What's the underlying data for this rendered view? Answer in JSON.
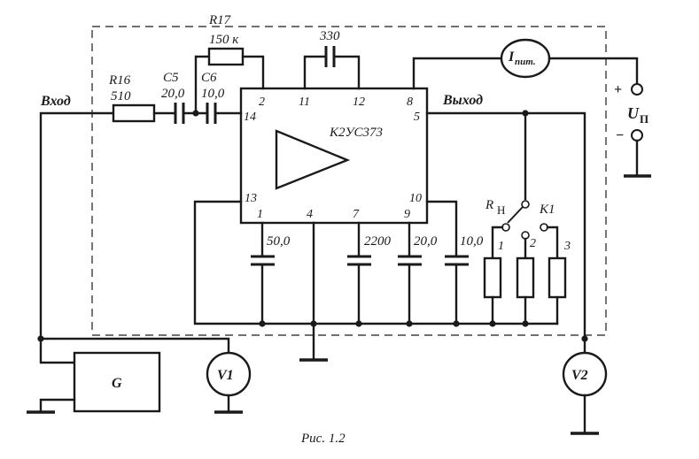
{
  "labels": {
    "input": "Вход",
    "output": "Выход",
    "ic_name": "К2УС373",
    "caption": "Рис. 1.2",
    "supply_plus": "+",
    "supply_minus": "−",
    "supply_label": "U",
    "supply_sub": "П",
    "ammeter_label": "I",
    "ammeter_sub": "пит.",
    "generator": "G",
    "voltmeter1": "V1",
    "voltmeter2": "V2",
    "load_label": "R",
    "load_sub": "Н",
    "switch_label": "K1",
    "switch_pos1": "1",
    "switch_pos2": "2",
    "switch_pos3": "3"
  },
  "components": {
    "r16": {
      "name": "R16",
      "value": "510"
    },
    "r17": {
      "name": "R17",
      "value": "150 к"
    },
    "c5": {
      "name": "C5",
      "value": "20,0"
    },
    "c6": {
      "name": "C6",
      "value": "10,0"
    },
    "c_fb": {
      "value": "330"
    },
    "c_pin1": {
      "value": "50,0"
    },
    "c_pin7": {
      "value": "2200"
    },
    "c_pin9": {
      "value": "20,0"
    },
    "c_pin10": {
      "value": "10,0"
    }
  },
  "pins": {
    "p2": "2",
    "p11": "11",
    "p12": "12",
    "p8": "8",
    "p14": "14",
    "p5": "5",
    "p13": "13",
    "p10": "10",
    "p1": "1",
    "p4": "4",
    "p7": "7",
    "p9": "9"
  }
}
